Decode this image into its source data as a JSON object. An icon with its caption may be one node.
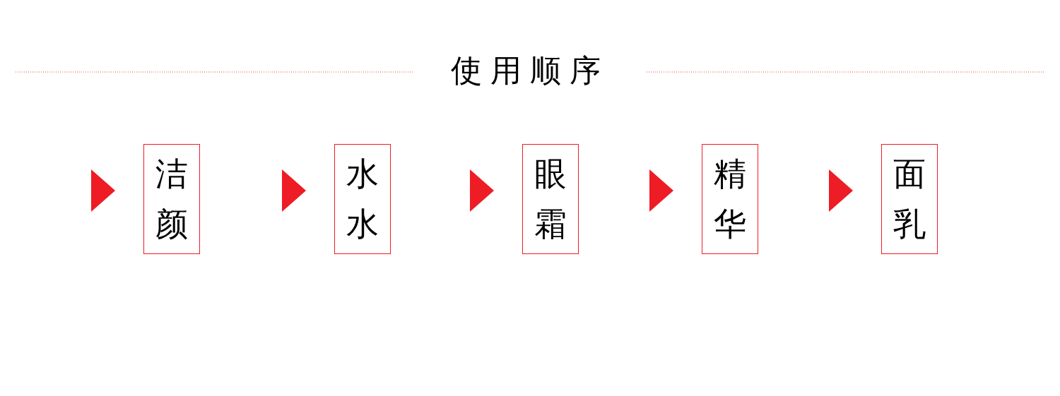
{
  "diagram": {
    "title": "使用顺序",
    "nodes": [
      {
        "text": [
          "洁颜"
        ]
      },
      {
        "text": [
          "水水"
        ]
      },
      {
        "text": [
          "眼霜"
        ]
      },
      {
        "text": [
          "精华"
        ]
      },
      {
        "text": [
          "面乳"
        ]
      }
    ],
    "edges": [
      {
        "from": null,
        "to": 0,
        "arrow": "to"
      },
      {
        "from": null,
        "to": 1,
        "arrow": "to"
      },
      {
        "from": null,
        "to": 2,
        "arrow": "to"
      },
      {
        "from": null,
        "to": 3,
        "arrow": "to"
      },
      {
        "from": null,
        "to": 4,
        "arrow": "to"
      }
    ]
  }
}
